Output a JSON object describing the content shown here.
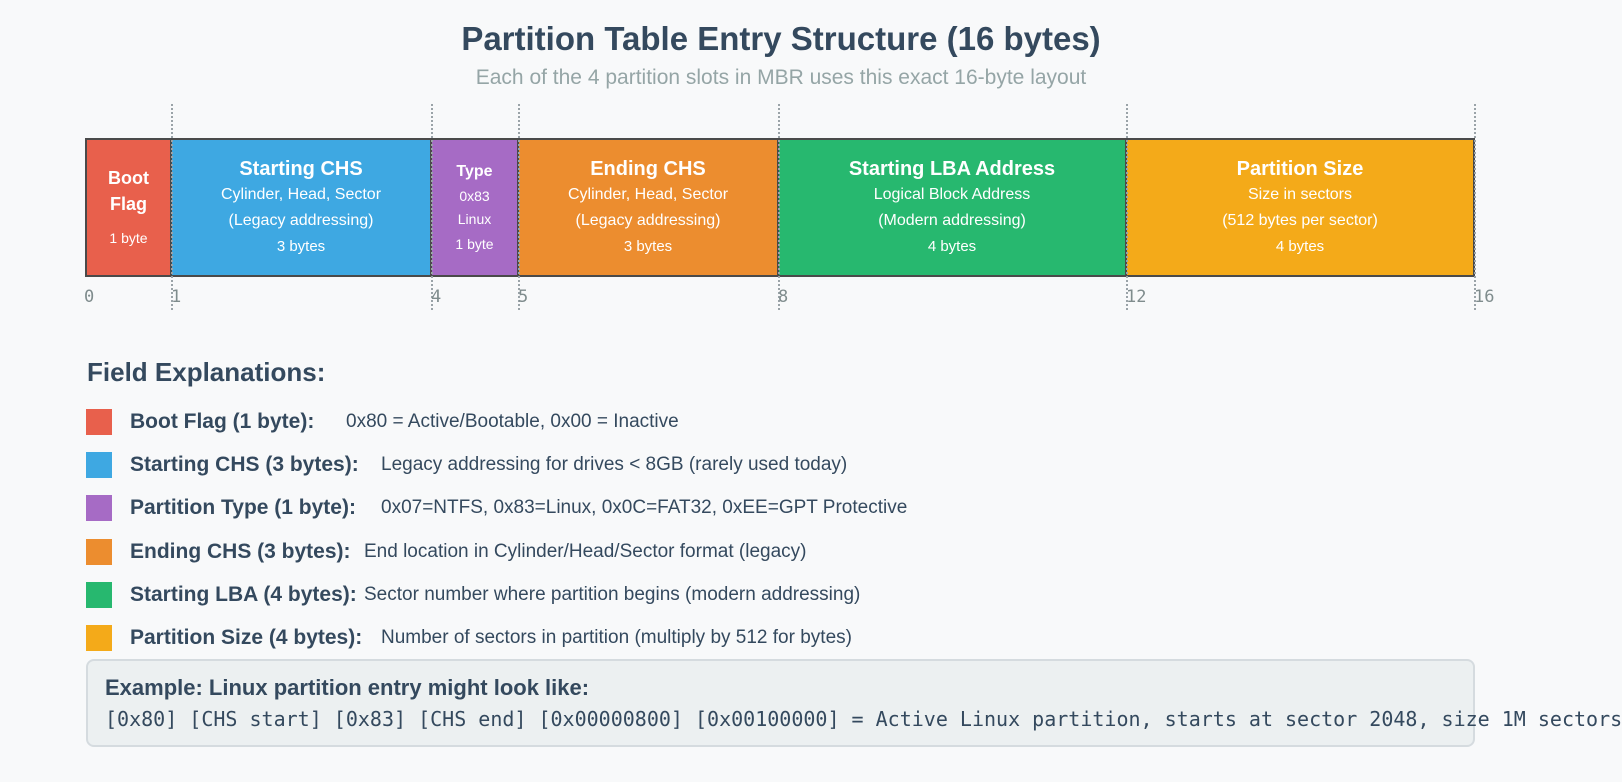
{
  "title": "Partition Table Entry Structure (16 bytes)",
  "subtitle": "Each of the 4 partition slots in MBR uses this exact 16-byte layout",
  "fields": [
    {
      "name_lines": [
        "Boot",
        "Flag"
      ],
      "desc_lines": [],
      "size": "1 byte",
      "color": "#e8604c",
      "start": 0,
      "end": 1
    },
    {
      "name_lines": [
        "Starting CHS"
      ],
      "desc_lines": [
        "Cylinder, Head, Sector",
        "(Legacy addressing)"
      ],
      "size": "3 bytes",
      "color": "#3ea8e2",
      "start": 1,
      "end": 4
    },
    {
      "name_lines": [
        "Type"
      ],
      "desc_lines": [
        "0x83",
        "Linux"
      ],
      "size": "1 byte",
      "color": "#a66bc5",
      "start": 4,
      "end": 5
    },
    {
      "name_lines": [
        "Ending CHS"
      ],
      "desc_lines": [
        "Cylinder, Head, Sector",
        "(Legacy addressing)"
      ],
      "size": "3 bytes",
      "color": "#ec8d2f",
      "start": 5,
      "end": 8
    },
    {
      "name_lines": [
        "Starting LBA Address"
      ],
      "desc_lines": [
        "Logical Block Address",
        "(Modern addressing)"
      ],
      "size": "4 bytes",
      "color": "#27b86f",
      "start": 8,
      "end": 12
    },
    {
      "name_lines": [
        "Partition Size"
      ],
      "desc_lines": [
        "Size in sectors",
        "(512 bytes per sector)"
      ],
      "size": "4 bytes",
      "color": "#f4aa19",
      "start": 12,
      "end": 16
    }
  ],
  "offsets": [
    "0",
    "1",
    "4",
    "5",
    "8",
    "12",
    "16"
  ],
  "field_explanations": {
    "heading": "Field Explanations:",
    "items": [
      {
        "label": "Boot Flag (1 byte):",
        "desc": "0x80 = Active/Bootable, 0x00 = Inactive",
        "color": "#e8604c"
      },
      {
        "label": "Starting CHS (3 bytes):",
        "desc": "Legacy addressing for drives < 8GB (rarely used today)",
        "color": "#3ea8e2"
      },
      {
        "label": "Partition Type (1 byte):",
        "desc": "0x07=NTFS, 0x83=Linux, 0x0C=FAT32, 0xEE=GPT Protective",
        "color": "#a66bc5"
      },
      {
        "label": "Ending CHS (3 bytes):",
        "desc": "End location in Cylinder/Head/Sector format (legacy)",
        "color": "#ec8d2f"
      },
      {
        "label": "Starting LBA (4 bytes):",
        "desc": "Sector number where partition begins (modern addressing)",
        "color": "#27b86f"
      },
      {
        "label": "Partition Size (4 bytes):",
        "desc": "Number of sectors in partition (multiply by 512 for bytes)",
        "color": "#f4aa19"
      }
    ]
  },
  "example": {
    "title": "Example: Linux partition entry might look like:",
    "code": "[0x80] [CHS start] [0x83] [CHS end] [0x00000800] [0x00100000] = Active Linux partition, starts at sector 2048, size 1M sectors"
  }
}
